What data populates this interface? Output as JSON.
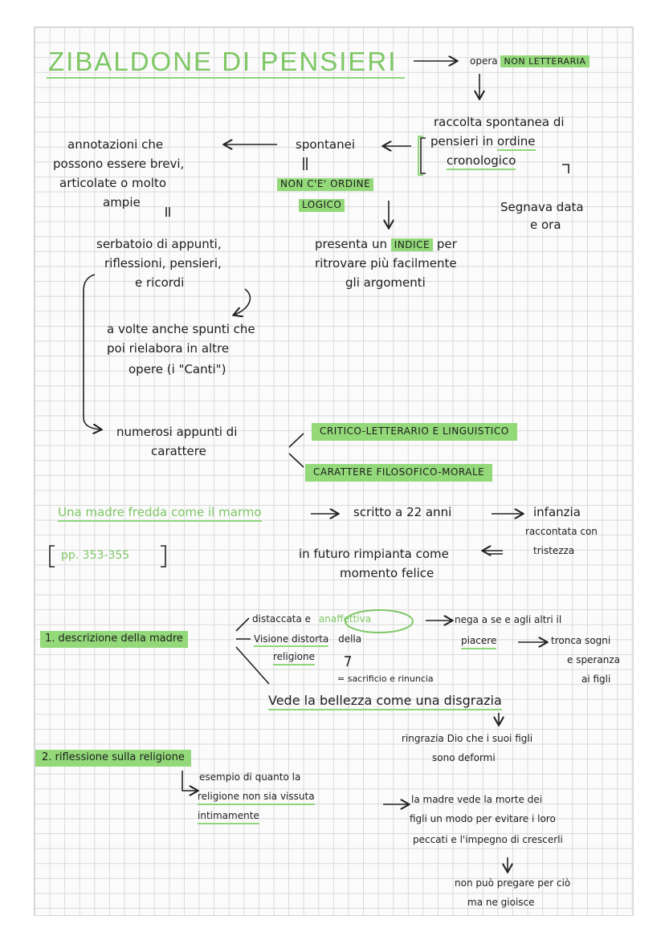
{
  "title": "ZIBALDONE DI PENSIERI",
  "opera": {
    "text": "opera",
    "highlight": "NON LETTERARIA"
  },
  "raccolta": {
    "line1": "raccolta spontanea di",
    "line2_a": "pensieri in",
    "line2_b": "ordine",
    "line3": "cronologico"
  },
  "segnava": {
    "line1": "Segnava data",
    "line2": "e ora"
  },
  "spontanei": "spontanei",
  "non_ce": "NON C'E' ORDINE",
  "logico": "LOGICO",
  "annotazioni": [
    "annotazioni che",
    "possono essere brevi,",
    "articolate o molto",
    "ampie"
  ],
  "indice": {
    "line1_a": "presenta un",
    "line1_hl": "INDICE",
    "line1_b": "per",
    "line2": "ritrovare più facilmente",
    "line3": "gli argomenti"
  },
  "serbatoio": [
    "serbatoio di appunti,",
    "riflessioni, pensieri,",
    "e ricordi"
  ],
  "volte": [
    "a volte anche spunti che",
    "poi rielabora in altre",
    "opere (i \"Canti\")"
  ],
  "numerosi": [
    "numerosi appunti di",
    "carattere"
  ],
  "critico": "CRITICO-LETTERARIO E LINGUISTICO",
  "filosofico": "CARATTERE FILOSOFICO-MORALE",
  "madre_title": "Una madre fredda come il marmo",
  "pages": "pp. 353-355",
  "scritto": "scritto a 22 anni",
  "infanzia": [
    "infanzia",
    "raccontata con",
    "tristezza"
  ],
  "futuro": [
    "in futuro rimpianta come",
    "momento felice"
  ],
  "sec1": "1. descrizione della madre",
  "distaccata": {
    "a": "distaccata e",
    "circle": "anaffettiva"
  },
  "nega": {
    "line1": "nega a se e agli altri il",
    "line2": "piacere",
    "line2_b": "tronca sogni",
    "line3": "e speranza",
    "line4": "ai figli"
  },
  "visione": {
    "a": "Visione distorta",
    "b": "della",
    "c": "religione"
  },
  "sacrificio": "= sacrificio e rinuncia",
  "bellezza": "Vede la bellezza come una disgrazia",
  "ringrazia": [
    "ringrazia Dio che i suoi figli",
    "sono deformi"
  ],
  "sec2": "2. riflessione sulla religione",
  "esempio": [
    "esempio di quanto la",
    "religione non sia vissuta",
    "intimamente"
  ],
  "morte": [
    "la madre vede la morte dei",
    "figli un modo per evitare i loro",
    "peccati e l'impegno di crescerli"
  ],
  "pregare": [
    "non può pregare per ciò",
    "ma ne gioisce"
  ]
}
